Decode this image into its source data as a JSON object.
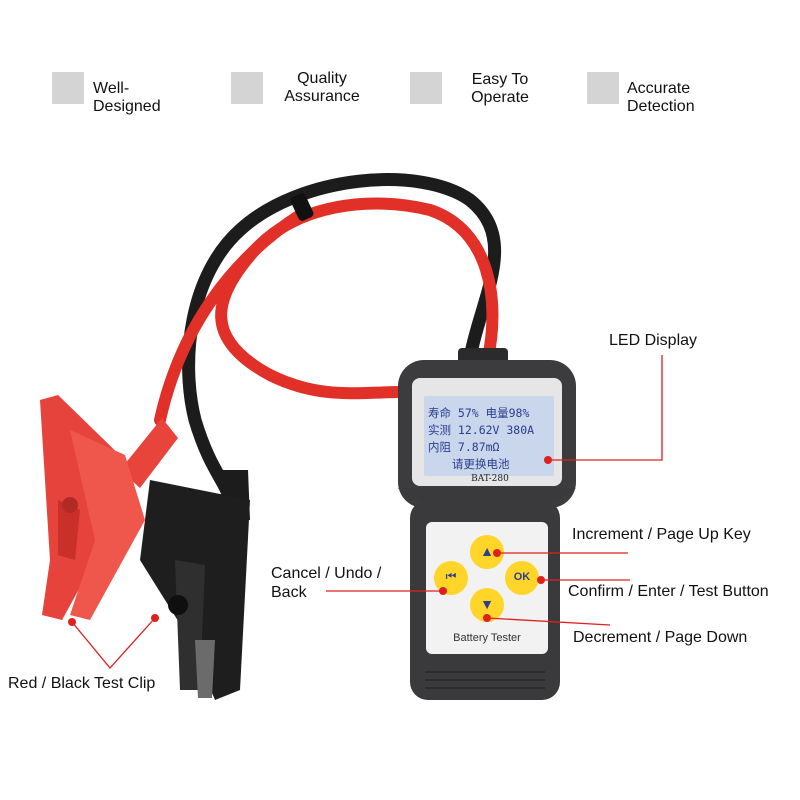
{
  "features": [
    {
      "label": "Well-Designed"
    },
    {
      "label_line1": "Quality",
      "label_line2": "Assurance"
    },
    {
      "label_line1": "Easy To",
      "label_line2": "Operate"
    },
    {
      "label": "Accurate Detection"
    }
  ],
  "device": {
    "model": "BAT-280",
    "name": "Battery Tester",
    "lcd": {
      "row1": "寿命 57% 电量98%",
      "row2": "实测 12.62V  380A",
      "row3": "内阻  7.87mΩ",
      "row4": "请更换电池"
    },
    "buttons": {
      "up": "▲",
      "down": "▼",
      "back": "⏮",
      "ok": "OK"
    }
  },
  "callouts": {
    "led_display": "LED Display",
    "increment": "Increment / Page Up Key",
    "cancel_line1": "Cancel / Undo /",
    "cancel_line2": "Back",
    "confirm": "Confirm / Enter / Test Button",
    "decrement": "Decrement / Page Down",
    "clips": "Red / Black Test Clip"
  },
  "colors": {
    "callout_line": "#e0201c",
    "red_cable": "#e03028",
    "black_cable": "#1a1a1a",
    "device_body": "#3c3c3e",
    "lcd_bg": "#c9d6ec",
    "button_yellow": "#ffd52a",
    "button_icon": "#2a3f8f"
  },
  "icons": [
    "up-arrow-icon",
    "down-arrow-icon",
    "skip-back-icon",
    "ok-icon"
  ]
}
